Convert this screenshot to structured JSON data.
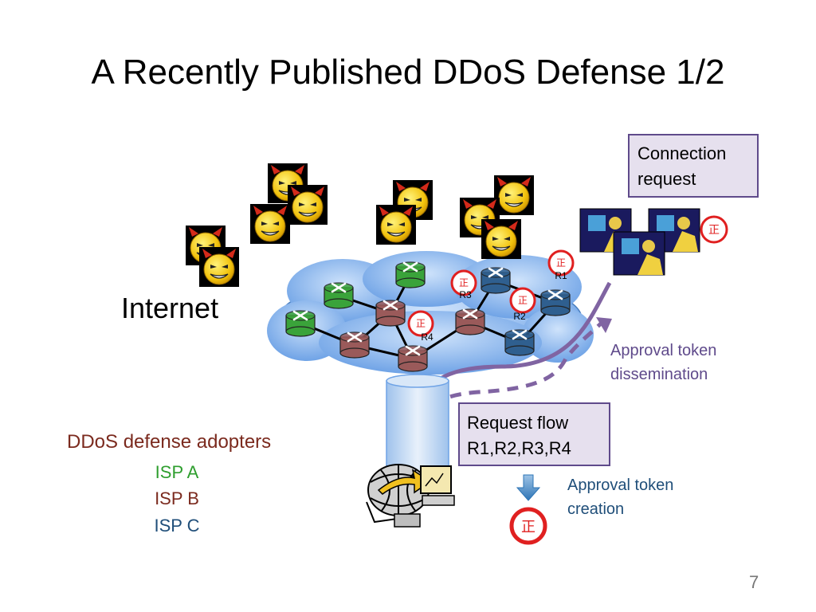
{
  "slide": {
    "title": "A Recently Published DDoS Defense 1/2",
    "page_number": "7"
  },
  "labels": {
    "internet": "Internet",
    "connection_request": [
      "Connection",
      "request"
    ],
    "request_flow": [
      "Request flow",
      "R1,R2,R3,R4"
    ],
    "approval_dissemination": [
      "Approval token",
      "dissemination"
    ],
    "approval_creation": [
      "Approval token",
      "creation"
    ]
  },
  "legend": {
    "title": "DDoS defense adopters",
    "items": [
      {
        "label": "ISP A",
        "color": "#2e9e2e"
      },
      {
        "label": "ISP B",
        "color": "#7b2a1e"
      },
      {
        "label": "ISP C",
        "color": "#1f4e79"
      }
    ]
  },
  "tokens": [
    {
      "glyph": "正",
      "router": "R1"
    },
    {
      "glyph": "正",
      "router": "R2"
    },
    {
      "glyph": "正",
      "router": "R3"
    },
    {
      "glyph": "正",
      "router": "R4"
    }
  ],
  "colors": {
    "isp_a": "#3aa33a",
    "isp_b": "#9a5a5a",
    "isp_c": "#2f5f8f",
    "cloud": "#7fb1ec",
    "flow_arrow": "#8064a2",
    "token_ring": "#e02020"
  },
  "icons": [
    "devil-face-icon",
    "router-icon",
    "user-at-computer-icon",
    "server-globe-icon",
    "down-arrow-icon",
    "token-icon"
  ]
}
